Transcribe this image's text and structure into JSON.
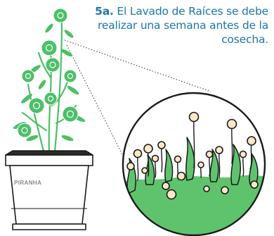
{
  "caption": {
    "step": "5a.",
    "text": "El Lavado de Raíces se debe realizar una semana antes de la cosecha."
  },
  "pot": {
    "brand": "PIRANHA"
  },
  "colors": {
    "caption": "#1b76a8",
    "plant_green": "#4dbf68",
    "root_green": "#5fc36e",
    "outline": "#1a1a1a",
    "bud_fill": "#fbe8c8"
  }
}
